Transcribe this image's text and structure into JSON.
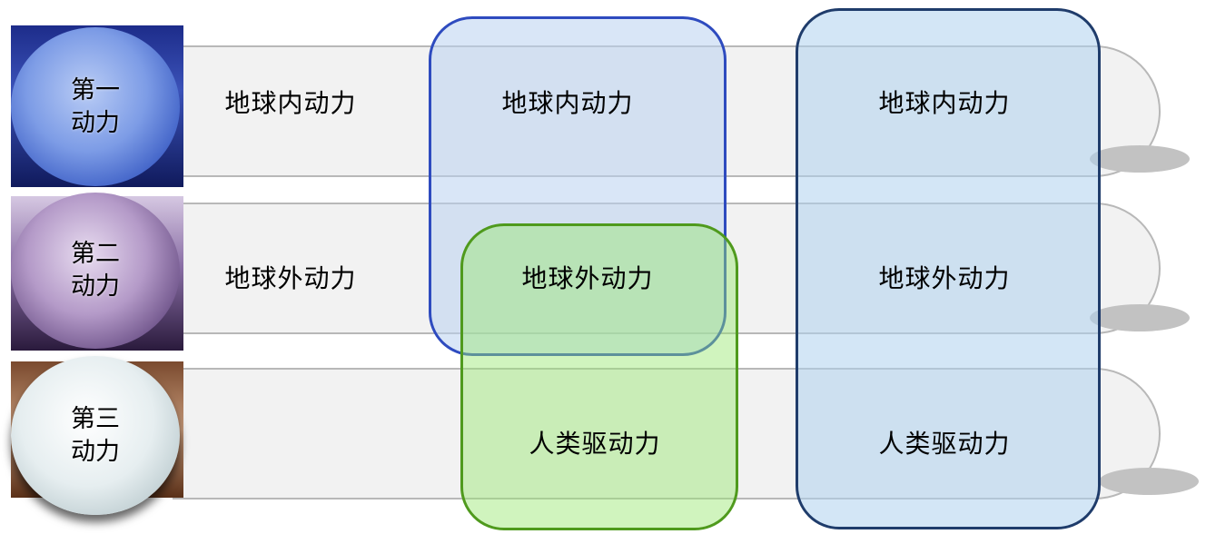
{
  "rows": [
    {
      "badge": "第一动力",
      "cell_left": "地球内动力",
      "cell_mid": "地球内动力",
      "cell_right": "地球内动力"
    },
    {
      "badge": "第二动力",
      "cell_left": "地球外动力",
      "cell_mid": "地球外动力",
      "cell_right": "地球外动力"
    },
    {
      "badge": "第三动力",
      "cell_left": "",
      "cell_mid": "人类驱动力",
      "cell_right": "人类驱动力"
    }
  ],
  "colors": {
    "row1_orb": "#5b7fd6",
    "row2_orb": "#8a6fa6",
    "row3_orb": "#dfe6e8",
    "blue_group": "#2e4bbf",
    "green_group": "#4f9a1d",
    "navy_group": "#1f3c6b"
  }
}
